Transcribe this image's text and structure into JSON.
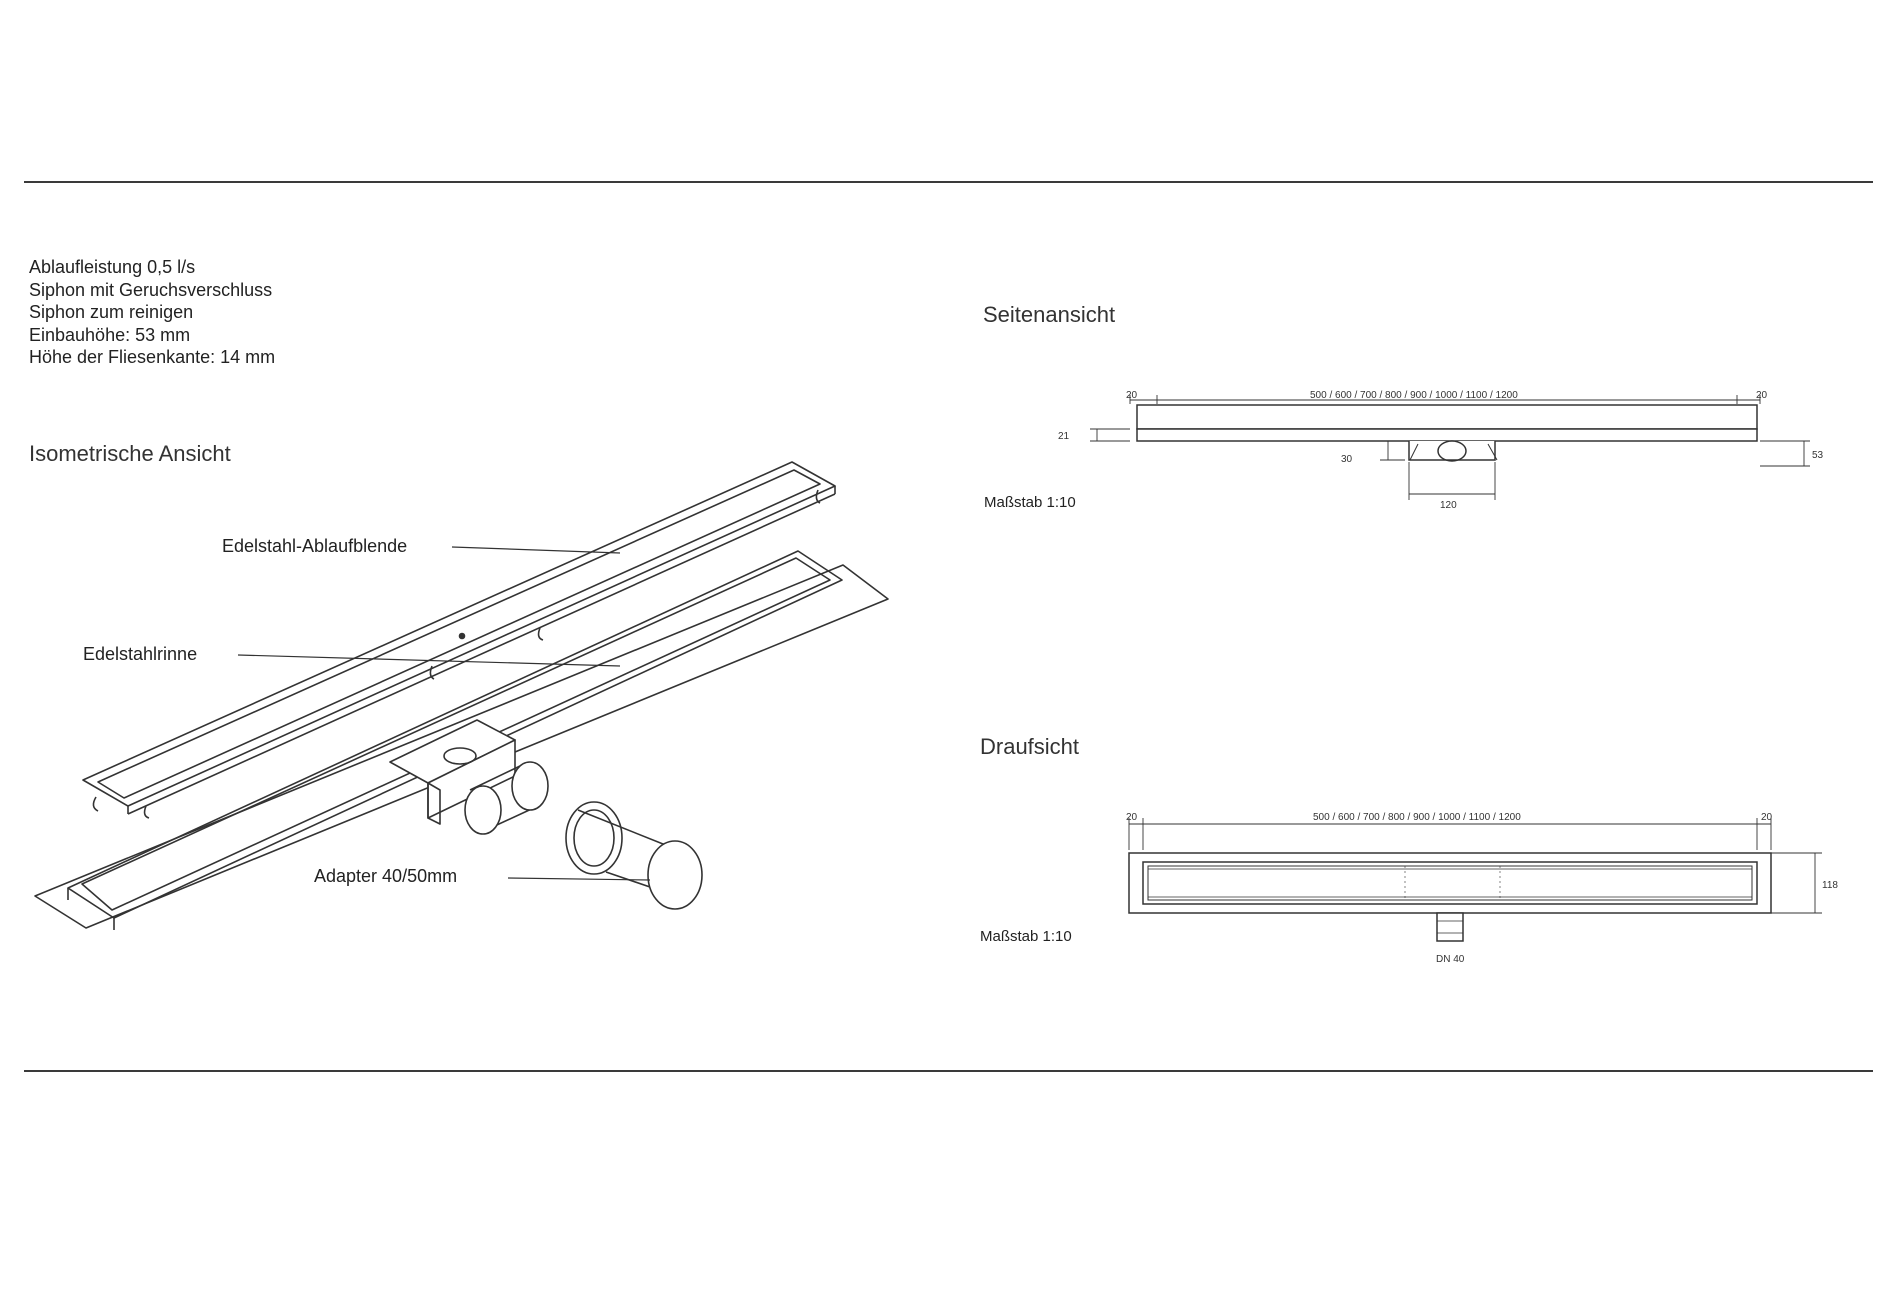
{
  "specs": [
    "Ablaufleistung 0,5 l/s",
    "Siphon mit Geruchsverschluss",
    "Siphon zum reinigen",
    "Einbauhöhe: 53 mm",
    "Höhe der Fliesenkante: 14 mm"
  ],
  "isometric": {
    "title": "Isometrische Ansicht",
    "callouts": {
      "blende": "Edelstahl-Ablaufblende",
      "rinne": "Edelstahlrinne",
      "adapter": "Adapter 40/50mm"
    }
  },
  "side_view": {
    "title": "Seitenansicht",
    "scale": "Maßstab 1:10",
    "dims": {
      "left_margin": "20",
      "length_options": "500 / 600 / 700 / 800 / 900 / 1000 / 1100 / 1200",
      "right_margin": "20",
      "plate_thickness": "21",
      "outlet_height": "30",
      "outlet_width": "120",
      "total_height": "53"
    }
  },
  "top_view": {
    "title": "Draufsicht",
    "scale": "Maßstab 1:10",
    "dims": {
      "left_margin": "20",
      "length_options": "500 / 600 / 700 / 800 / 900 / 1000 / 1100 / 1200",
      "right_margin": "20",
      "width": "118",
      "outlet": "DN 40"
    }
  }
}
